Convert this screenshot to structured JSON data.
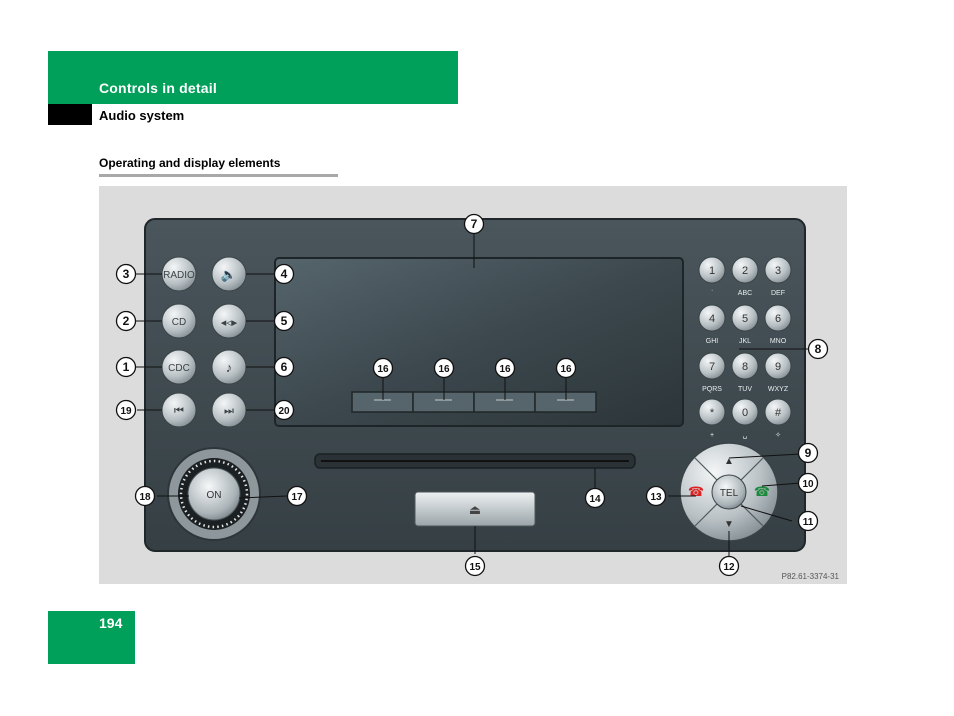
{
  "header": {
    "title": "Controls in detail",
    "subtitle": "Audio system"
  },
  "section": {
    "title": "Operating and display elements"
  },
  "figure": {
    "reference": "P82.61-3374-31",
    "buttons": {
      "radio": "RADIO",
      "cd": "CD",
      "cdc": "CDC",
      "on": "ON",
      "tel": "TEL",
      "eject_symbol": "⏏"
    },
    "keypad": [
      {
        "num": "1",
        "sub": "ᐝ"
      },
      {
        "num": "2",
        "sub": "ABC"
      },
      {
        "num": "3",
        "sub": "DEF"
      },
      {
        "num": "4",
        "sub": "GHI"
      },
      {
        "num": "5",
        "sub": "JKL"
      },
      {
        "num": "6",
        "sub": "MNO"
      },
      {
        "num": "7",
        "sub": "PQRS"
      },
      {
        "num": "8",
        "sub": "TUV"
      },
      {
        "num": "9",
        "sub": "WXYZ"
      },
      {
        "num": "*",
        "sub": "+"
      },
      {
        "num": "0",
        "sub": "␣"
      },
      {
        "num": "#",
        "sub": "✧"
      }
    ],
    "callouts": [
      "1",
      "2",
      "3",
      "4",
      "5",
      "6",
      "7",
      "8",
      "9",
      "10",
      "11",
      "12",
      "13",
      "14",
      "15",
      "16",
      "17",
      "18",
      "19",
      "20"
    ]
  },
  "page_number": "194",
  "colors": {
    "accent": "#00a05a",
    "panel": "#3f4a50",
    "figure_bg": "#dcdcdc"
  }
}
